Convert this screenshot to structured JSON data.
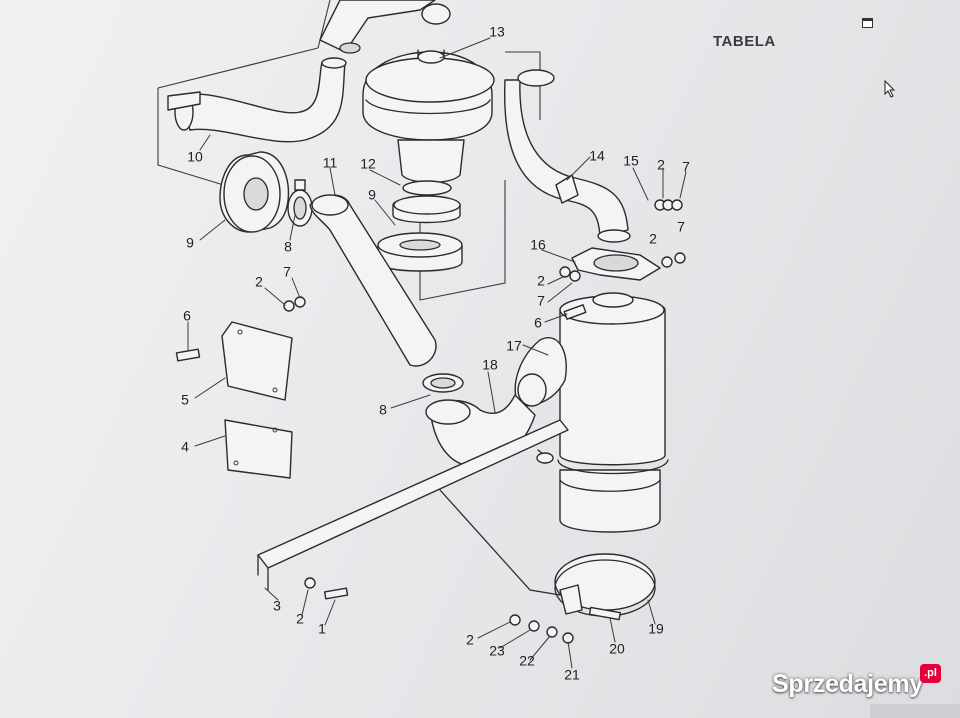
{
  "title": "TABELA",
  "watermark": {
    "text": "Sprzedajemy",
    "badge": ".pl"
  },
  "icons": [
    "window-icon",
    "mouse-cursor-icon"
  ],
  "callouts": [
    {
      "id": "c1",
      "label": "1"
    },
    {
      "id": "c2a",
      "label": "2"
    },
    {
      "id": "c2b",
      "label": "2"
    },
    {
      "id": "c2c",
      "label": "2"
    },
    {
      "id": "c2d",
      "label": "2"
    },
    {
      "id": "c2e",
      "label": "2"
    },
    {
      "id": "c2f",
      "label": "2"
    },
    {
      "id": "c3",
      "label": "3"
    },
    {
      "id": "c4",
      "label": "4"
    },
    {
      "id": "c5",
      "label": "5"
    },
    {
      "id": "c6a",
      "label": "6"
    },
    {
      "id": "c6b",
      "label": "6"
    },
    {
      "id": "c7a",
      "label": "7"
    },
    {
      "id": "c7b",
      "label": "7"
    },
    {
      "id": "c7c",
      "label": "7"
    },
    {
      "id": "c7d",
      "label": "7"
    },
    {
      "id": "c8a",
      "label": "8"
    },
    {
      "id": "c8b",
      "label": "8"
    },
    {
      "id": "c9a",
      "label": "9"
    },
    {
      "id": "c9b",
      "label": "9"
    },
    {
      "id": "c10",
      "label": "10"
    },
    {
      "id": "c11",
      "label": "11"
    },
    {
      "id": "c12",
      "label": "12"
    },
    {
      "id": "c13",
      "label": "13"
    },
    {
      "id": "c14",
      "label": "14"
    },
    {
      "id": "c15",
      "label": "15"
    },
    {
      "id": "c16",
      "label": "16"
    },
    {
      "id": "c17",
      "label": "17"
    },
    {
      "id": "c18",
      "label": "18"
    },
    {
      "id": "c19",
      "label": "19"
    },
    {
      "id": "c20",
      "label": "20"
    },
    {
      "id": "c21",
      "label": "21"
    },
    {
      "id": "c22",
      "label": "22"
    },
    {
      "id": "c23",
      "label": "23"
    }
  ]
}
